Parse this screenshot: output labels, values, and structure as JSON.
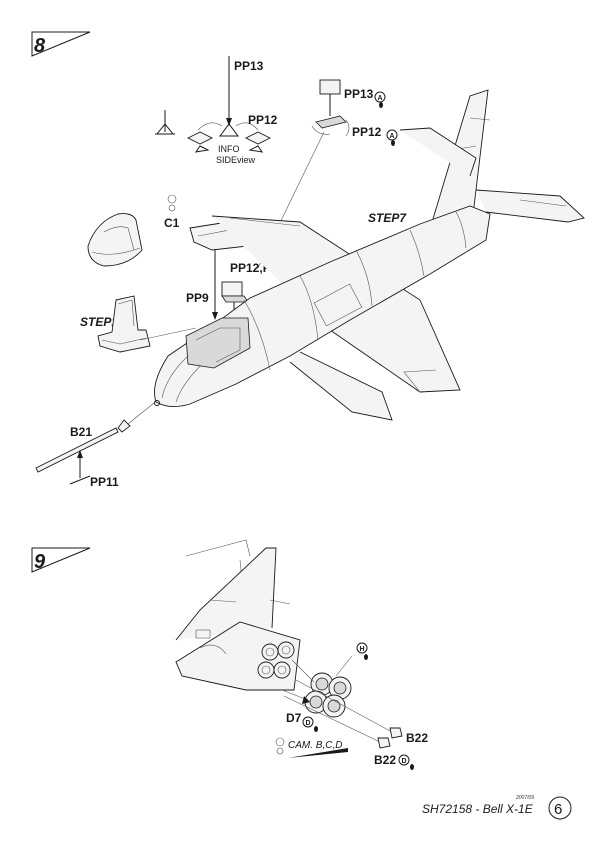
{
  "steps": {
    "step8": {
      "number": "8",
      "labels": {
        "pp13_top": "PP13",
        "pp12_left": "PP12",
        "info": "INFO",
        "sideview": "SIDEview",
        "pp13_right": "PP13",
        "pp13_right_badge": "A",
        "pp12_right": "PP12",
        "pp12_right_badge": "A",
        "c1": "C1",
        "step7": "STEP7",
        "pp12_pp13": "PP12,PP13",
        "pp9": "PP9",
        "step1": "STEP1",
        "b21": "B21",
        "pp11": "PP11"
      }
    },
    "step9": {
      "number": "9",
      "labels": {
        "h_badge": "H",
        "d7": "D7",
        "d7_badge": "D",
        "b22_upper": "B22",
        "b22_lower": "B22",
        "b22_lower_badge": "D",
        "cam": "CAM. B,C,D"
      }
    }
  },
  "footer": {
    "date": "2007/09",
    "title": "SH72158 - Bell X-1E",
    "page": "6"
  }
}
